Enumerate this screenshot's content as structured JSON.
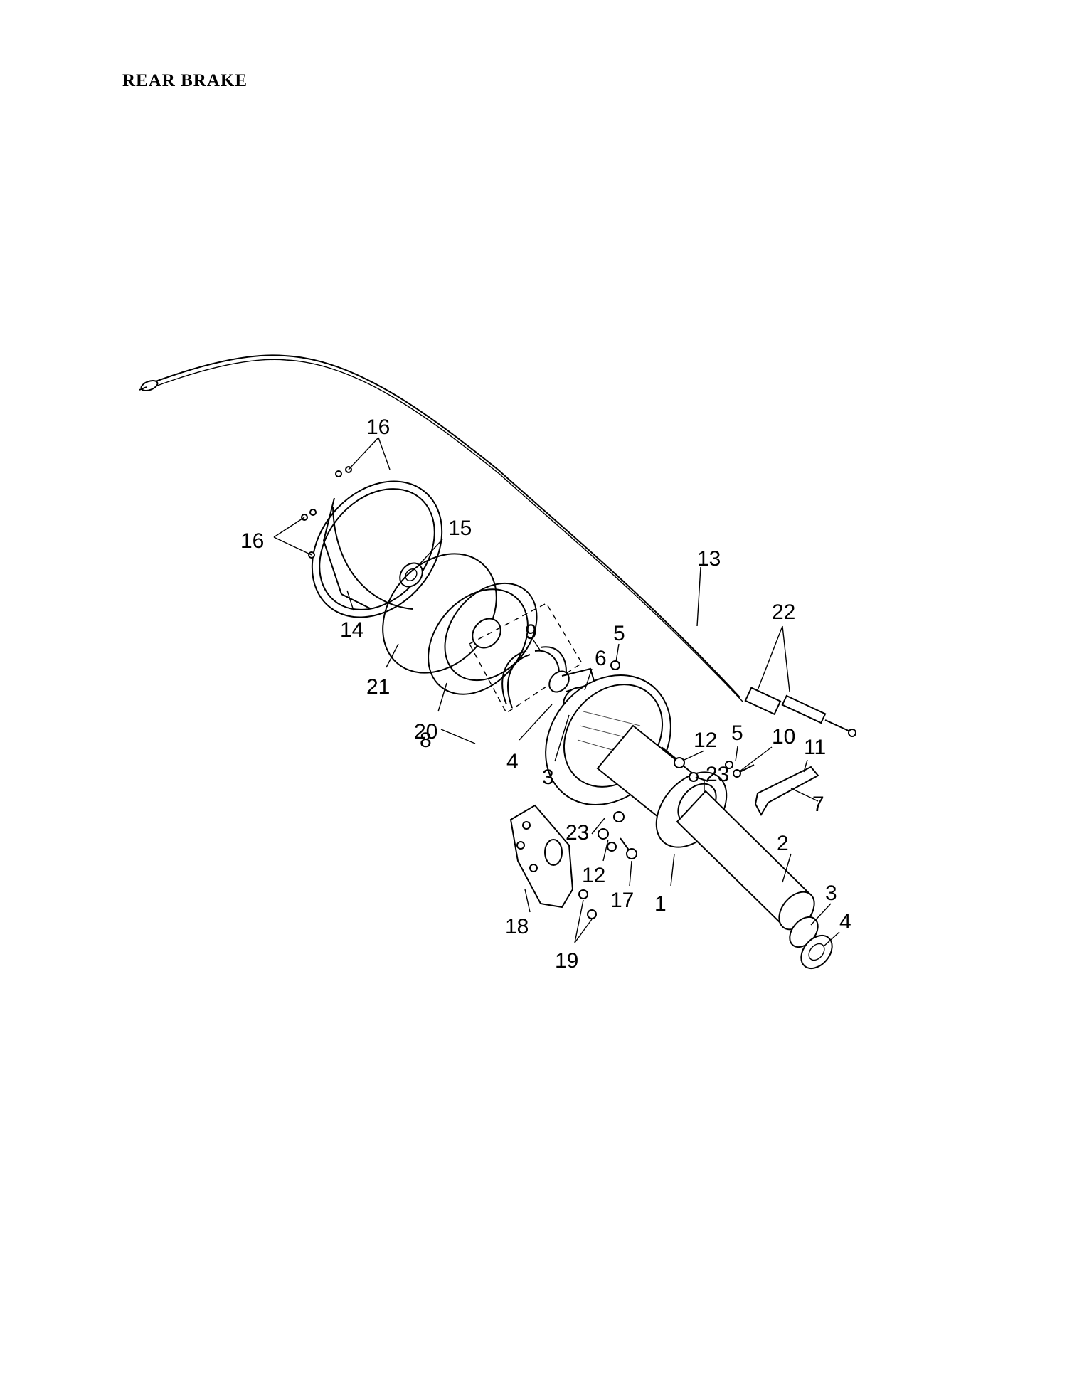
{
  "title": "REAR BRAKE",
  "callouts": [
    {
      "id": "c16a",
      "text": "16"
    },
    {
      "id": "c16b",
      "text": "16"
    },
    {
      "id": "c15",
      "text": "15"
    },
    {
      "id": "c14",
      "text": "14"
    },
    {
      "id": "c21",
      "text": "21"
    },
    {
      "id": "c20",
      "text": "20"
    },
    {
      "id": "c9",
      "text": "9"
    },
    {
      "id": "c6",
      "text": "6"
    },
    {
      "id": "c5a",
      "text": "5"
    },
    {
      "id": "c8",
      "text": "8"
    },
    {
      "id": "c4a",
      "text": "4"
    },
    {
      "id": "c3a",
      "text": "3"
    },
    {
      "id": "c13",
      "text": "13"
    },
    {
      "id": "c22",
      "text": "22"
    },
    {
      "id": "c12a",
      "text": "12"
    },
    {
      "id": "c5b",
      "text": "5"
    },
    {
      "id": "c10",
      "text": "10"
    },
    {
      "id": "c11",
      "text": "11"
    },
    {
      "id": "c23a",
      "text": "23"
    },
    {
      "id": "c7",
      "text": "7"
    },
    {
      "id": "c23b",
      "text": "23"
    },
    {
      "id": "c12b",
      "text": "12"
    },
    {
      "id": "c17",
      "text": "17"
    },
    {
      "id": "c1",
      "text": "1"
    },
    {
      "id": "c2",
      "text": "2"
    },
    {
      "id": "c3b",
      "text": "3"
    },
    {
      "id": "c4b",
      "text": "4"
    },
    {
      "id": "c18",
      "text": "18"
    },
    {
      "id": "c19",
      "text": "19"
    }
  ]
}
